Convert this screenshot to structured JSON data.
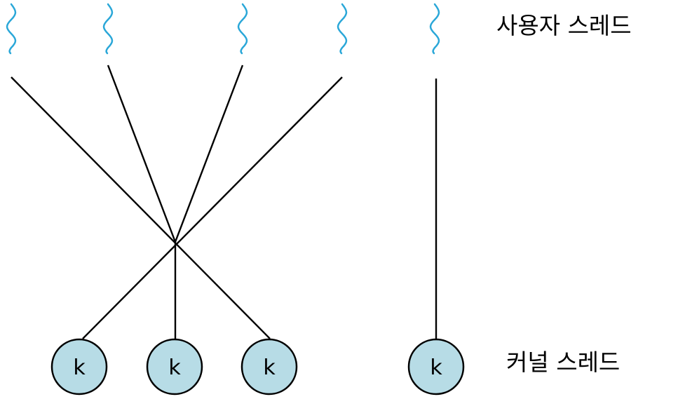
{
  "labels": {
    "user_threads": "사용자 스레드",
    "kernel_threads": "커널 스레드"
  },
  "kernel_thread_label": "k",
  "colors": {
    "thread_wave": "#2aa7d8",
    "kernel_fill": "#b7dce6",
    "kernel_stroke": "#000000",
    "line": "#000000"
  },
  "icons": {
    "user_thread": "wavy-thread-icon",
    "kernel_thread": "kernel-circle-icon"
  }
}
